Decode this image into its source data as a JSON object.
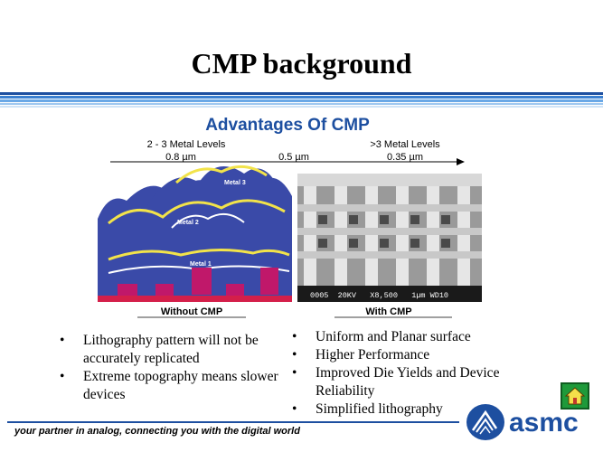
{
  "slide": {
    "title": "CMP background"
  },
  "figure": {
    "heading": "Advantages Of CMP",
    "left_levels": "2 - 3 Metal Levels",
    "left_pitch": "0.8 µm",
    "mid_pitch": "0.5 µm",
    "right_levels": ">3 Metal Levels",
    "right_pitch": "0.35 µm",
    "metal3": "Metal 3",
    "metal2": "Metal 2",
    "metal1": "Metal 1",
    "sem_info": "0005  20KV   X8,500   1µm WD10",
    "caption_left": "Without CMP",
    "caption_right": "With CMP"
  },
  "left_bullets": [
    "Lithography pattern will not be accurately replicated",
    "Extreme topography means slower devices"
  ],
  "right_bullets": [
    "Uniform and Planar surface",
    "Higher Performance",
    "Improved Die Yields and Device Reliability",
    "Simplified lithography"
  ],
  "footer": {
    "tagline": "your partner in analog,  connecting you with the digital world",
    "logo_text": "asmc"
  },
  "colors": {
    "brand_blue": "#1d4fa0",
    "home_green": "#1e9a3a"
  },
  "icons": {
    "home": "home-icon",
    "logo": "asmc-logo-icon"
  }
}
